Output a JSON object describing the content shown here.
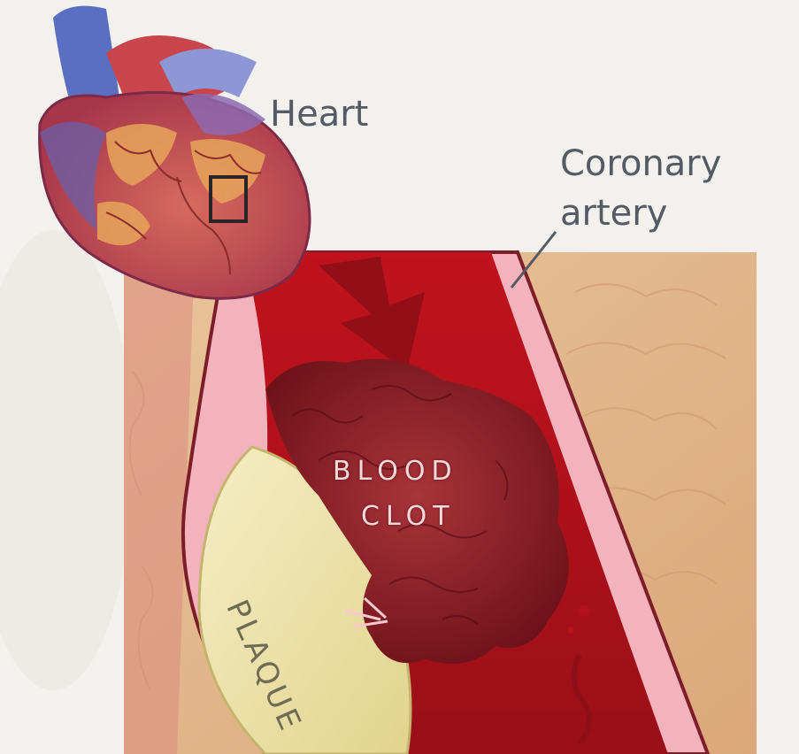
{
  "labels": {
    "heart": "Heart",
    "coronary_line1": "Coronary",
    "coronary_line2": "artery",
    "clot_line1": "BLOOD",
    "clot_line2": "CLOT",
    "plaque": "PLAQUE"
  },
  "colors": {
    "background": "#f3f1ed",
    "fat_tissue": "#e4b98a",
    "artery_wall": "#f2b3bd",
    "lumen_blood": "#b3121d",
    "clot": "#8e2028",
    "plaque": "#efe4a8",
    "heart_muscle": "#c2454f",
    "heart_veins": "#5b6fc2",
    "label_text": "#555a63"
  },
  "icons": [
    "heart-illustration",
    "zoom-box-icon",
    "blood-flow-arrow-icon",
    "pointer-line-icon"
  ]
}
